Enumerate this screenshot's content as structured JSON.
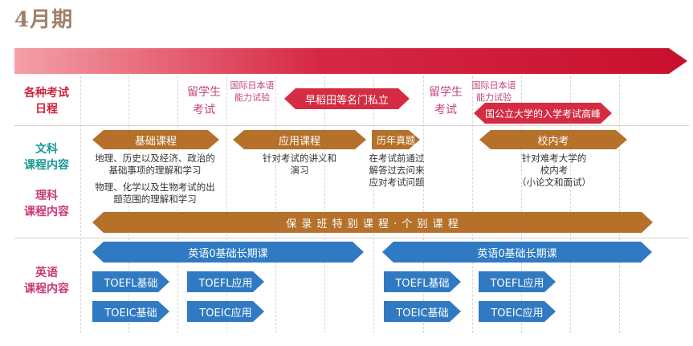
{
  "title": "4月期",
  "exam_row": {
    "label": [
      "各种考试",
      "日程"
    ],
    "study_abroad_exam_1": [
      "留学生",
      "考试"
    ],
    "jpn_intl_exam_1": [
      "国际日本语",
      "能力试验"
    ],
    "waseda": "早稻田等名门私立",
    "study_abroad_exam_2": [
      "留学生",
      "考试"
    ],
    "jpn_intl_exam_2": [
      "国际日本语",
      "能力试验"
    ],
    "public_univ": "国公立大学的入学考试高峰"
  },
  "arts_row": {
    "label_arts": [
      "文科",
      "课程内容"
    ],
    "label_science": [
      "理科",
      "课程内容"
    ],
    "basic_course": "基础课程",
    "basic_desc_arts": [
      "地理、历史以及经济、政治的",
      "基础事项的理解和学习"
    ],
    "basic_desc_science": [
      "物理、化学以及生物考试的出",
      "题范围的理解和学习"
    ],
    "applied_course": "应用课程",
    "applied_desc": [
      "针对考试的讲义和",
      "演习"
    ],
    "past_exams": "历年真题",
    "past_exams_desc": [
      "在考试前通过",
      "解答过去问来",
      "应对考试问题"
    ],
    "internal_exam": "校内考",
    "internal_exam_desc": [
      "针对难考大学的",
      "校内考",
      "（小论文和面试）"
    ],
    "special_course": "保 录 班 特 别 课 程 · 个 别 课 程"
  },
  "english_row": {
    "label": [
      "英语",
      "课程内容"
    ],
    "long_course_1": "英语0基础长期课",
    "long_course_2": "英语0基础长期课",
    "toefl_basic_1": "TOEFL基础",
    "toefl_applied_1": "TOEFL应用",
    "toefl_basic_2": "TOEFL基础",
    "toefl_applied_2": "TOEFL应用",
    "toeic_basic_1": "TOEIC基础",
    "toeic_applied_1": "TOEIC应用",
    "toeic_basic_2": "TOEIC基础",
    "toeic_applied_2": "TOEIC应用"
  },
  "colors": {
    "timeline_start": "#f4a0a8",
    "timeline_end": "#c8102e",
    "exam_arrow": "#d42c43",
    "course_arrow": "#b5702a",
    "english_arrow": "#2f7ac2",
    "arts_label": "#1a9a93",
    "science_label": "#c83a78",
    "title": "#a0806a"
  }
}
